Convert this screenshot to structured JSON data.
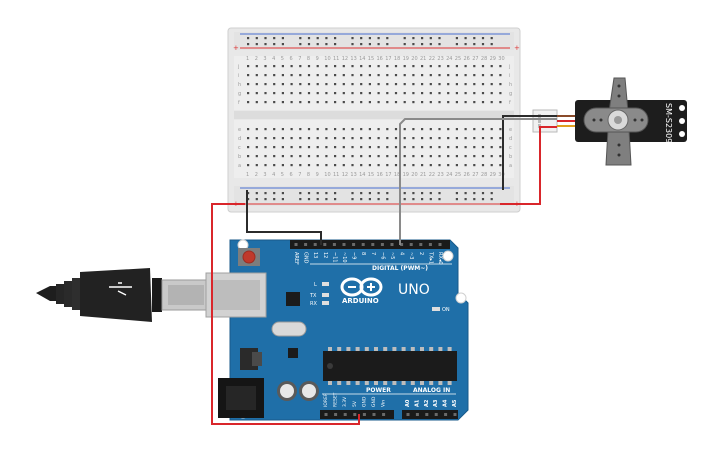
{
  "breadboard": {
    "rail_plus_label": "+",
    "rail_minus_label": "-",
    "column_numbers": [
      "1",
      "2",
      "3",
      "4",
      "5",
      "6",
      "7",
      "8",
      "9",
      "10",
      "11",
      "12",
      "13",
      "14",
      "15",
      "16",
      "17",
      "18",
      "19",
      "20",
      "21",
      "22",
      "23",
      "24",
      "25",
      "26",
      "27",
      "28",
      "29",
      "30"
    ],
    "rows_top": [
      "j",
      "i",
      "h",
      "g",
      "f"
    ],
    "rows_bottom": [
      "e",
      "d",
      "c",
      "b",
      "a"
    ]
  },
  "servo": {
    "model_label": "SM-S2309S"
  },
  "arduino": {
    "logo_text": "ARDUINO",
    "model_text": "UNO",
    "digital_label": "DIGITAL (PWM~)",
    "power_label": "POWER",
    "analog_label": "ANALOG IN",
    "on_led_label": "ON",
    "led_l_label": "L",
    "led_tx_label": "TX",
    "led_rx_label": "RX",
    "top_pins": [
      "AREF",
      "GND",
      "13",
      "12",
      "~11",
      "~10",
      "~9",
      "8",
      "7",
      "~6",
      "~5",
      "4",
      "~3",
      "2",
      "TX▸1",
      "RX◂0"
    ],
    "power_pins": [
      "IOREF",
      "RESET",
      "3.3V",
      "5V",
      "GND",
      "GND",
      "Vin"
    ],
    "analog_pins": [
      "A0",
      "A1",
      "A2",
      "A3",
      "A4",
      "A5"
    ]
  },
  "colors": {
    "board_blue": "#1f6fa8",
    "wire_red": "#d9262b",
    "wire_black": "#2b2b2b",
    "wire_gray": "#8a8a8a",
    "breadboard": "#eaeaea"
  }
}
